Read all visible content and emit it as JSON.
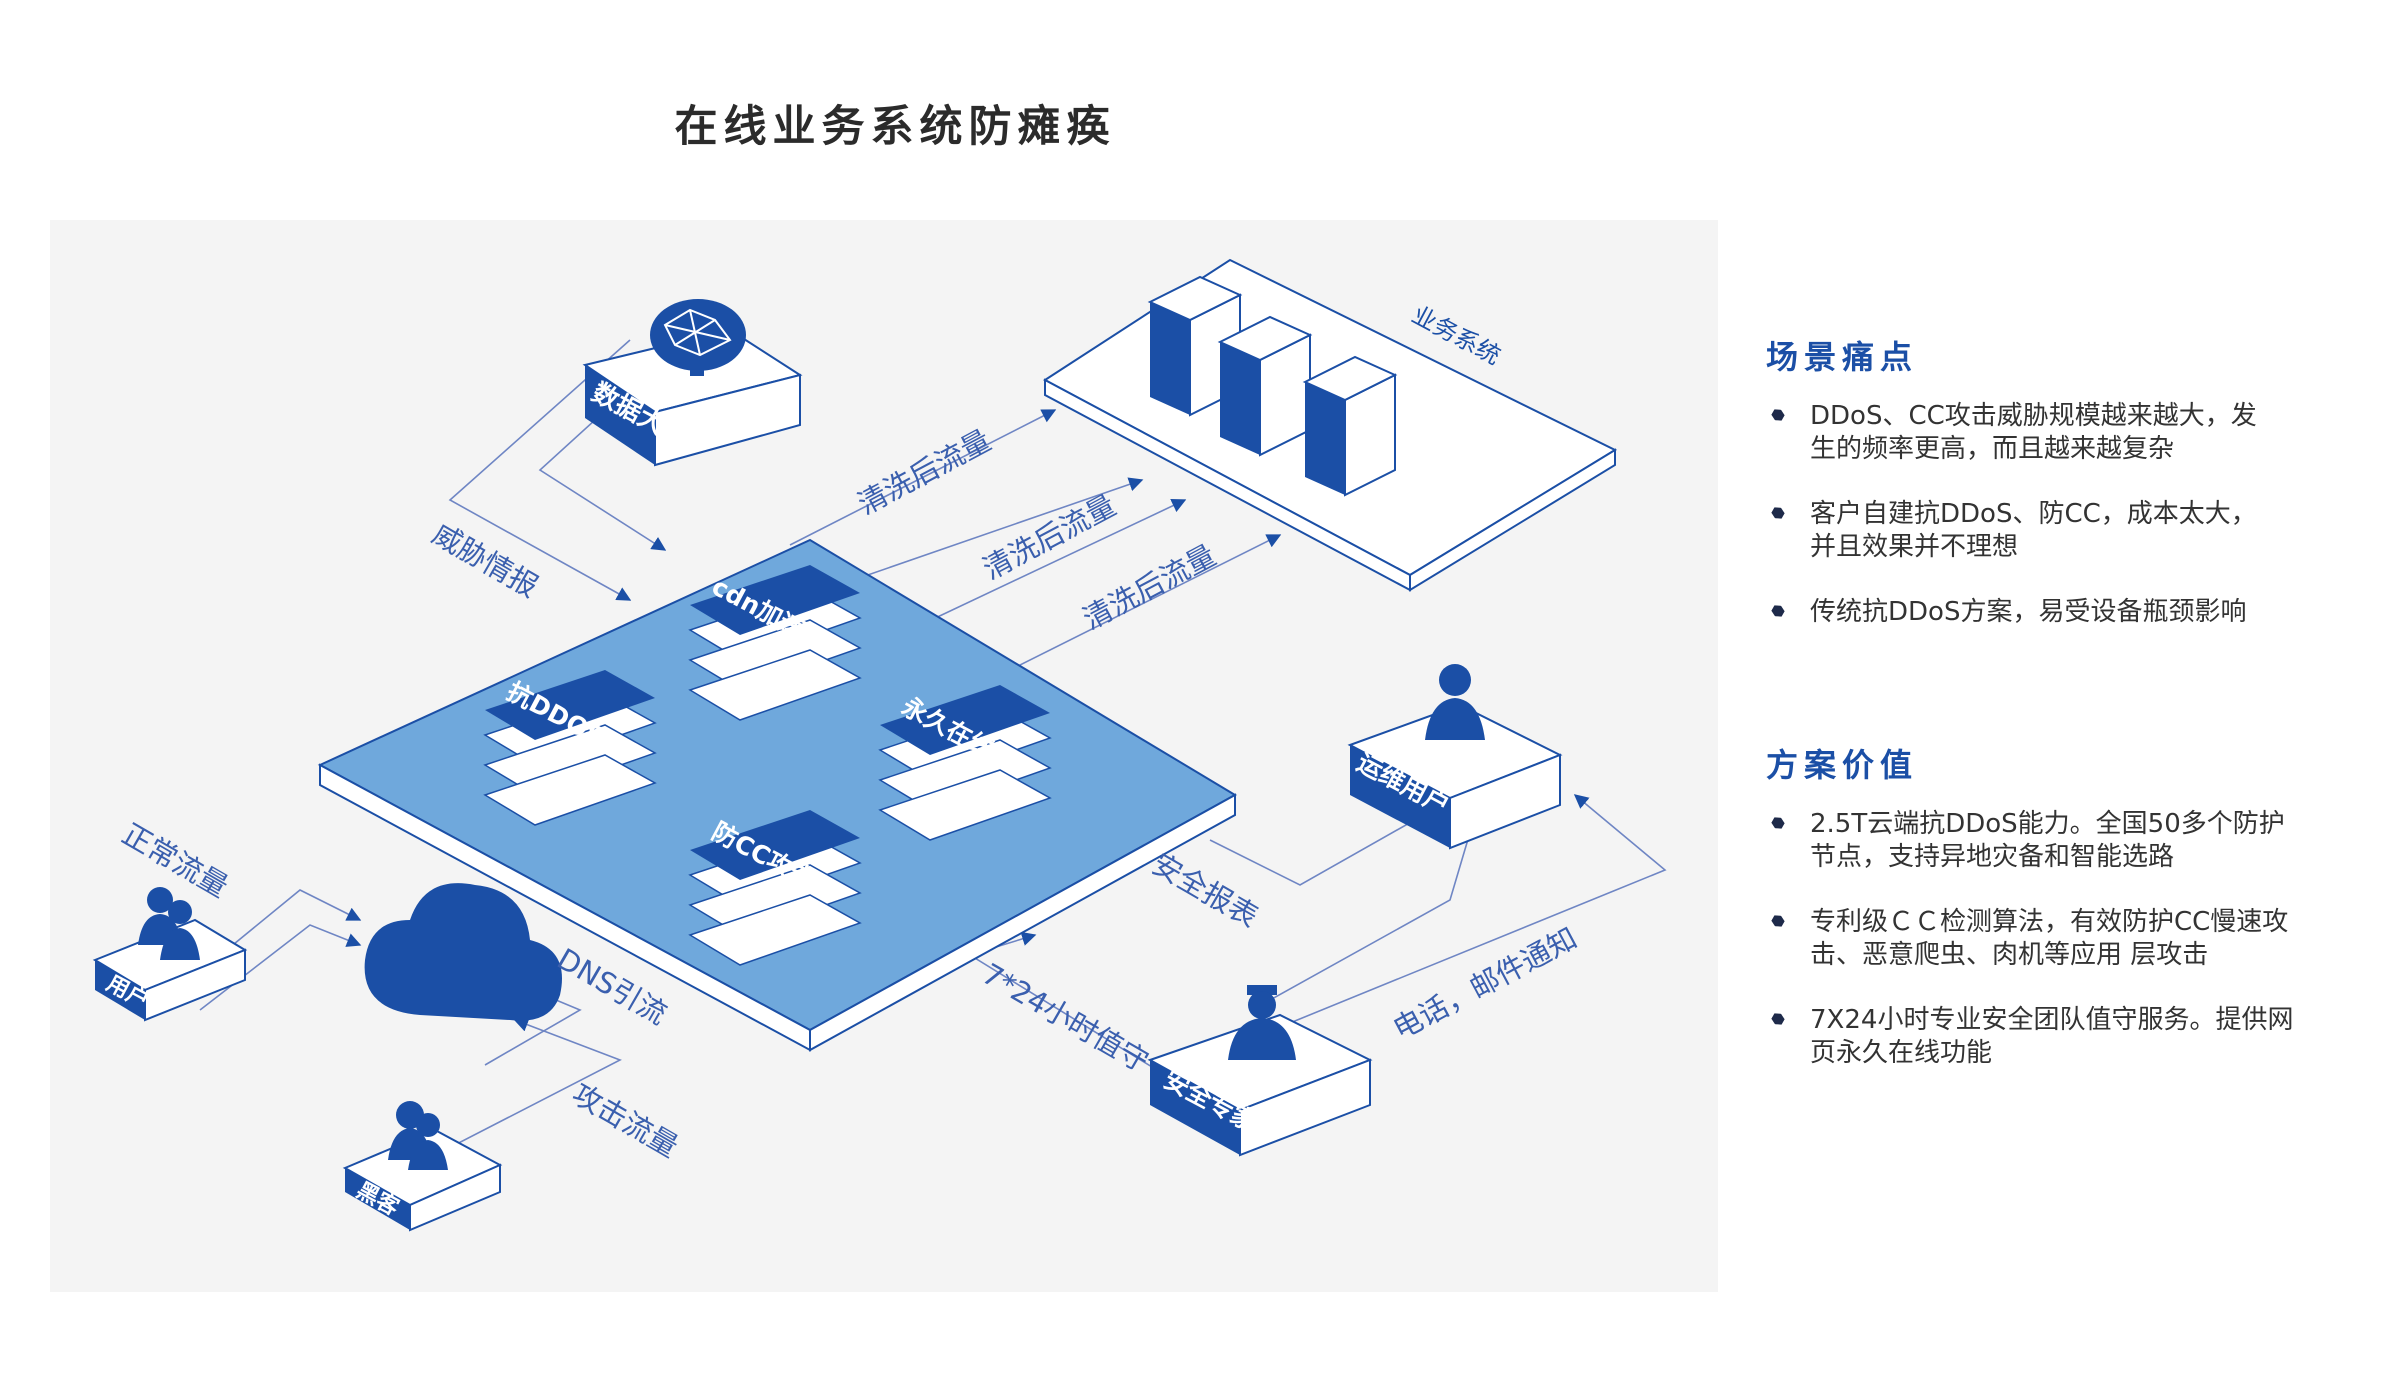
{
  "title": "在线业务系统防瘫痪",
  "diagram": {
    "nodes": {
      "brain": "数据大脑",
      "business": "业务系统",
      "ops_user": "运维用户",
      "user": "用户",
      "hacker": "黑客",
      "expert": "安全专家"
    },
    "modules": {
      "cdn": "cdn加速",
      "anti_ddos": "抗DDOS",
      "online": "永久在线",
      "anti_cc": "防CC攻击"
    },
    "edges": {
      "threat_intel": "威胁情报",
      "cleaned_1": "清洗后流量",
      "cleaned_2": "清洗后流量",
      "cleaned_3": "清洗后流量",
      "normal": "正常流量",
      "dns": "DNS引流",
      "attack": "攻击流量",
      "report": "安全报表",
      "guard": "7*24小时值守",
      "notify": "电话，邮件通知"
    }
  },
  "pain_points": {
    "heading": "场景痛点",
    "items": [
      [
        "DDoS、CC攻击威胁规模越来越大，发",
        "生的频率更高，而且越来越复杂"
      ],
      [
        "客户自建抗DDoS、防CC，成本太大，",
        "并且效果并不理想"
      ],
      [
        "传统抗DDoS方案，易受设备瓶颈影响"
      ]
    ]
  },
  "solution_value": {
    "heading": "方案价值",
    "items": [
      [
        "2.5T云端抗DDoS能力。全国50多个防护",
        "节点，支持异地灾备和智能选路"
      ],
      [
        "专利级ＣＣ检测算法，有效防护CC慢速攻",
        "击、恶意爬虫、肉机等应用 层攻击"
      ],
      [
        "7X24小时专业安全团队值守服务。提供网",
        "页永久在线功能"
      ]
    ]
  },
  "colors": {
    "primary": "#1b4fa6",
    "platform": "#6fa8dc",
    "line": "#6f86c4",
    "panel": "#f4f4f4"
  }
}
